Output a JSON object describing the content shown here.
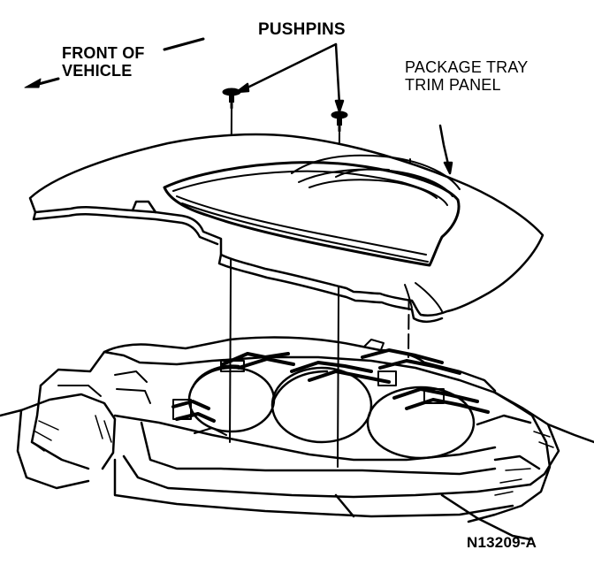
{
  "labels": {
    "front_of_vehicle": [
      "FRONT OF",
      "VEHICLE"
    ],
    "pushpins": "PUSHPINS",
    "package_tray_trim_panel": [
      "PACKAGE TRAY",
      "TRIM PANEL"
    ],
    "figure_code": "N13209-A"
  },
  "colors": {
    "ink": "#000000",
    "paper": "#ffffff"
  },
  "icons": [
    "direction-arrow-icon",
    "pushpin-icon"
  ]
}
